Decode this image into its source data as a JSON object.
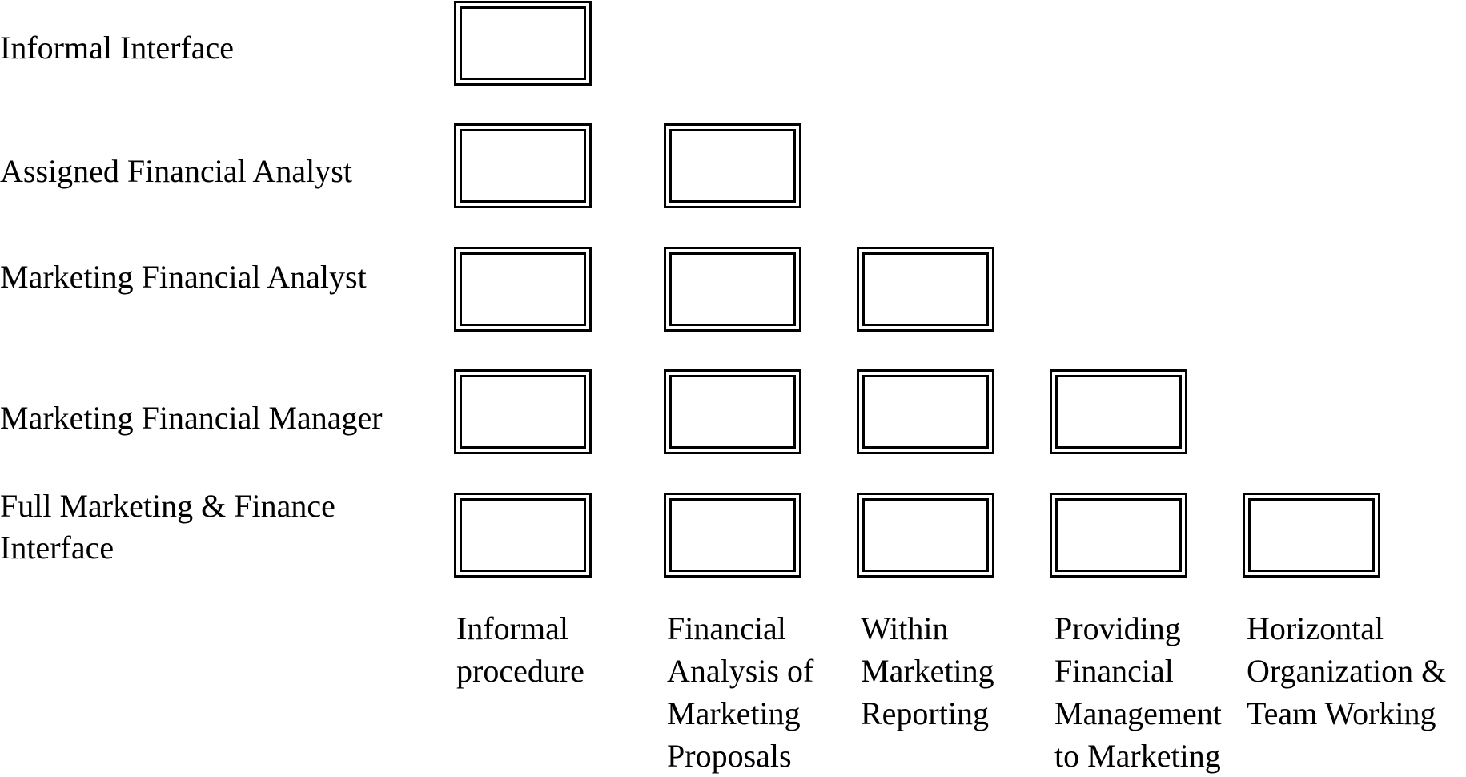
{
  "rows": [
    {
      "label": "Informal Interface",
      "boxes": 1
    },
    {
      "label": "Assigned Financial Analyst",
      "boxes": 2
    },
    {
      "label": "Marketing Financial Analyst",
      "boxes": 3
    },
    {
      "label": "Marketing Financial Manager",
      "boxes": 4
    },
    {
      "label": "Full Marketing & Finance\nInterface",
      "boxes": 5
    }
  ],
  "columns": [
    {
      "label": "Informal\nprocedure"
    },
    {
      "label": "Financial\nAnalysis of\nMarketing\nProposals"
    },
    {
      "label": "Within\nMarketing\nReporting"
    },
    {
      "label": "Providing\nFinancial\nManagement\nto Marketing"
    },
    {
      "label": "Horizontal\nOrganization &\nTeam Working"
    }
  ]
}
